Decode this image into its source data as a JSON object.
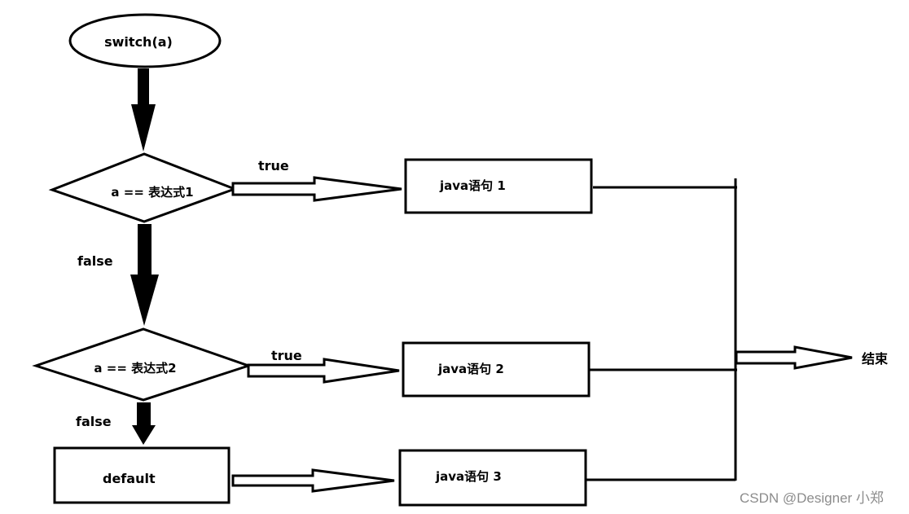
{
  "diagram": {
    "start": "switch(a)",
    "cond1": "a == 表达式1",
    "cond2": "a == 表达式2",
    "true1": "true",
    "true2": "true",
    "false1": "false",
    "false2": "false",
    "stmt1": "java语句 1",
    "stmt2": "java语句 2",
    "stmt3": "java语句 3",
    "default": "default",
    "end": "结束"
  },
  "watermark": "CSDN @Designer 小郑"
}
